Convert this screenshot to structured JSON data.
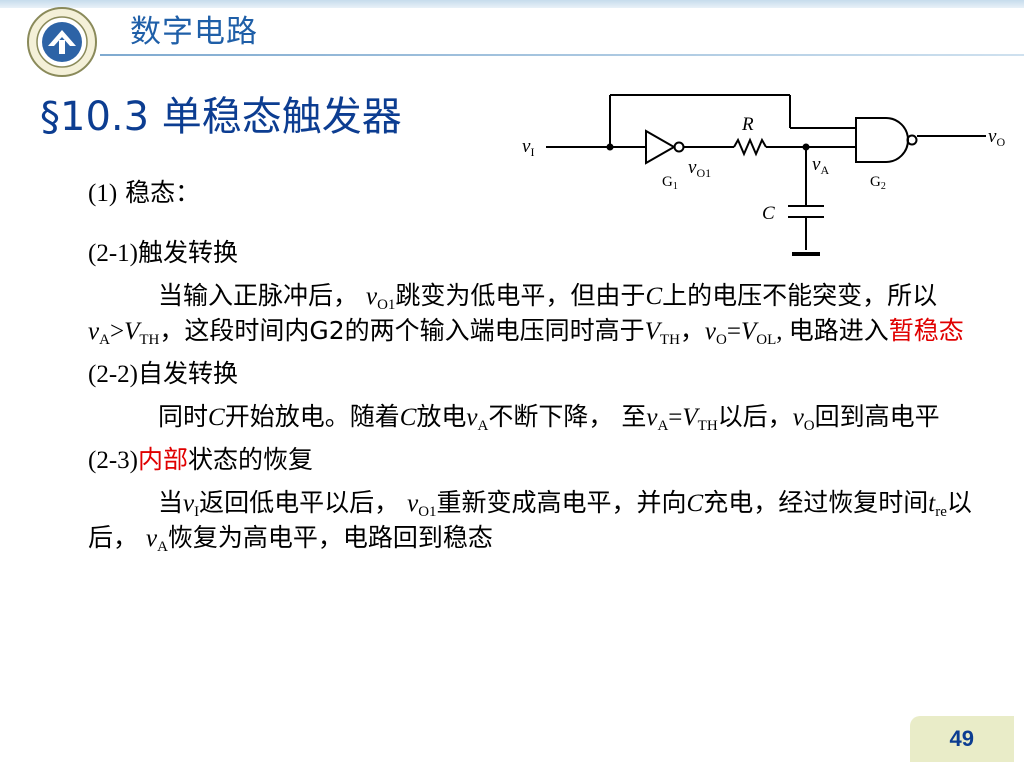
{
  "header": {
    "course_title": "数字电路",
    "section_title": "§10.3 单稳态触发器"
  },
  "colors": {
    "title_blue": "#1f5fa8",
    "section_blue": "#0c3d91",
    "highlight_red": "#e00000",
    "page_box": "#e9ecc8"
  },
  "circuit": {
    "input_label": "v",
    "input_sub": "I",
    "output_label": "v",
    "output_sub": "O",
    "r_label": "R",
    "c_label": "C",
    "vo1_label": "v",
    "vo1_sub": "O1",
    "va_label": "v",
    "va_sub": "A",
    "g1_label": "G",
    "g1_sub": "1",
    "g2_label": "G",
    "g2_sub": "2"
  },
  "content": {
    "s1": {
      "num": "(1)",
      "title": " 稳态："
    },
    "s21": {
      "num": "(2-1)",
      "title": "触发转换",
      "t1": "当输入正脉冲后，",
      "v": "v",
      "o1": "O1",
      "t2": "跳变为低电平，但由于",
      "c": "C",
      "t3": "上的电压不能突变，所以",
      "v2": "v",
      "a": "A",
      "gt": ">",
      "V": "V",
      "th": "TH",
      "t4": "，这段时间内G2的两个输入端电压同时高于",
      "V2": "V",
      "th2": "TH",
      "comma": "，",
      "v3": "v",
      "o": "O",
      "eq": "=",
      "V3": "V",
      "ol": "OL",
      "comma2": ", ",
      "t5": "电路进入",
      "red": "暂稳态"
    },
    "s22": {
      "num": "(2-2)",
      "title": "自发转换",
      "t1": "同时",
      "c": "C",
      "t2": "开始放电。随着",
      "c2": "C",
      "t3": "放电",
      "v": "v",
      "a": "A",
      "t4": "不断下降，  至",
      "v2": "v",
      "a2": "A",
      "eq": "=",
      "V": "V",
      "th": "TH",
      "t5": "以后，",
      "v3": "v",
      "o": "O",
      "t6": "回到高电平"
    },
    "s23": {
      "num": "(2-3)",
      "red": "内部",
      "title": "状态的恢复",
      "t1": "当",
      "v": "v",
      "i": "I",
      "t2": "返回低电平以后，  ",
      "v2": "v",
      "o1": "O1",
      "t3": "重新变成高电平，并向",
      "c": "C",
      "t4": "充电，经过恢复时间",
      "t": "t",
      "re": "re",
      "t5": "以后，  ",
      "v3": "v",
      "a": "A",
      "t6": "恢复为高电平，电路回到稳态"
    }
  },
  "footer": {
    "page": "49"
  }
}
